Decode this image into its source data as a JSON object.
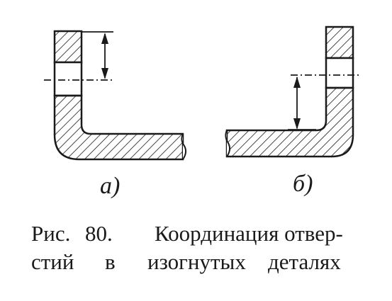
{
  "figure": {
    "panels": [
      {
        "id": "a",
        "label": "а)"
      },
      {
        "id": "b",
        "label": "б)"
      }
    ],
    "colors": {
      "ink": "#1a1a1a",
      "background": "#ffffff"
    }
  },
  "caption": {
    "prefix": "Рис.",
    "number": "80.",
    "line1_title": "Координация отвер-",
    "line2_words": [
      "стий",
      "в",
      "изогнутых",
      "деталях"
    ]
  }
}
